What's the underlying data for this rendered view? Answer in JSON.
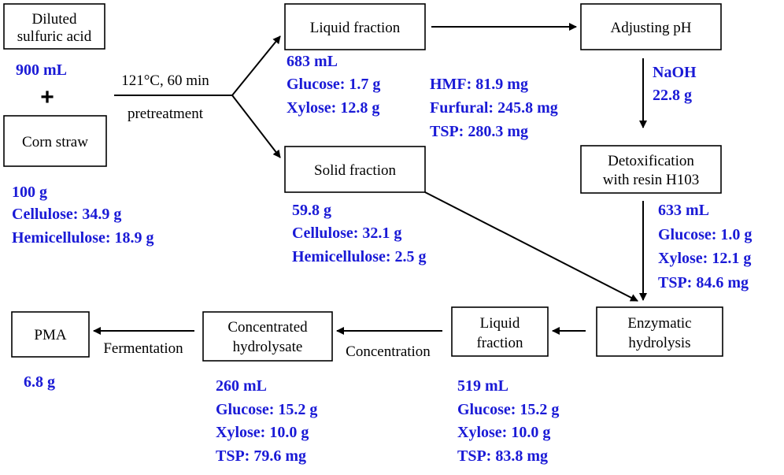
{
  "colors": {
    "value_text": "#1a1ad6",
    "box_stroke": "#000000",
    "label_text": "#000000"
  },
  "boxes": {
    "acid": [
      "Diluted",
      "sulfuric acid"
    ],
    "straw": [
      "Corn straw"
    ],
    "liquid_top": [
      "Liquid fraction"
    ],
    "solid": [
      "Solid fraction"
    ],
    "ph": [
      "Adjusting pH"
    ],
    "detox": [
      "Detoxification",
      "with resin H103"
    ],
    "enzymatic": [
      "Enzymatic",
      "hydrolysis"
    ],
    "liquid_bottom": [
      "Liquid",
      "fraction"
    ],
    "concentrated": [
      "Concentrated",
      "hydrolysate"
    ],
    "pma": [
      "PMA"
    ]
  },
  "plus": "+",
  "edge_labels": {
    "pretreat_top": "121°C, 60 min",
    "pretreat_bottom": "pretreatment",
    "fermentation": "Fermentation",
    "concentration": "Concentration"
  },
  "values": {
    "acid": [
      "900 mL"
    ],
    "straw": [
      "100 g",
      "Cellulose: 34.9 g",
      "Hemicellulose: 18.9 g"
    ],
    "liquid_top_a": [
      "683 mL",
      "Glucose: 1.7 g",
      "Xylose: 12.8 g"
    ],
    "liquid_top_b": [
      "HMF: 81.9 mg",
      "Furfural: 245.8 mg",
      "TSP: 280.3 mg"
    ],
    "solid": [
      "59.8 g",
      "Cellulose: 32.1 g",
      "Hemicellulose: 2.5 g"
    ],
    "naoh": [
      "NaOH",
      "22.8 g"
    ],
    "detox": [
      "633 mL",
      "Glucose: 1.0 g",
      "Xylose: 12.1 g",
      "TSP: 84.6 mg"
    ],
    "liquid_bottom": [
      "519 mL",
      "Glucose: 15.2 g",
      "Xylose: 10.0 g",
      "TSP: 83.8 mg"
    ],
    "concentrated": [
      "260 mL",
      "Glucose: 15.2 g",
      "Xylose: 10.0 g",
      "TSP: 79.6 mg"
    ],
    "pma": [
      "6.8 g"
    ]
  }
}
